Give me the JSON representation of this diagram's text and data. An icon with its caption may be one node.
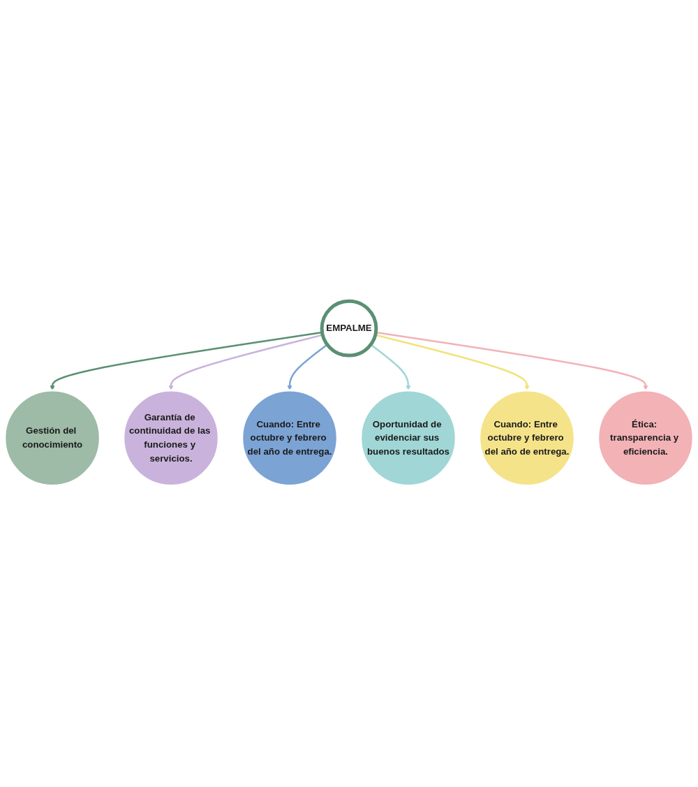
{
  "diagram": {
    "nodes": [
      {
        "text": [
          "Gestión del conocimiento"
        ]
      },
      {
        "text": [
          "Garantía de continuidad de las funciones y servicios."
        ]
      },
      {
        "text": [
          "Cuando: Entre octubre y febrero del año de entrega."
        ]
      },
      {
        "text": [
          "EMPALME"
        ]
      },
      {
        "text": [
          "Oportunidad de evidenciar sus buenos resultados"
        ]
      },
      {
        "text": [
          "Cuando: Entre octubre y febrero del año de entrega."
        ]
      },
      {
        "text": [
          "Ética: transparencia y eficiencia."
        ]
      }
    ],
    "edges": [
      {
        "from": 3,
        "to": 0,
        "arrow": "to",
        "color": "#5a8f73"
      },
      {
        "from": 3,
        "to": 1,
        "arrow": "to",
        "color": "#c9b3dc"
      },
      {
        "from": 3,
        "to": 2,
        "arrow": "to",
        "color": "#7ba3d4"
      },
      {
        "from": 3,
        "to": 4,
        "arrow": "to",
        "color": "#a0d6d6"
      },
      {
        "from": 3,
        "to": 5,
        "arrow": "to",
        "color": "#f2e27a"
      },
      {
        "from": 3,
        "to": 6,
        "arrow": "to",
        "color": "#f2b2b6"
      }
    ]
  }
}
